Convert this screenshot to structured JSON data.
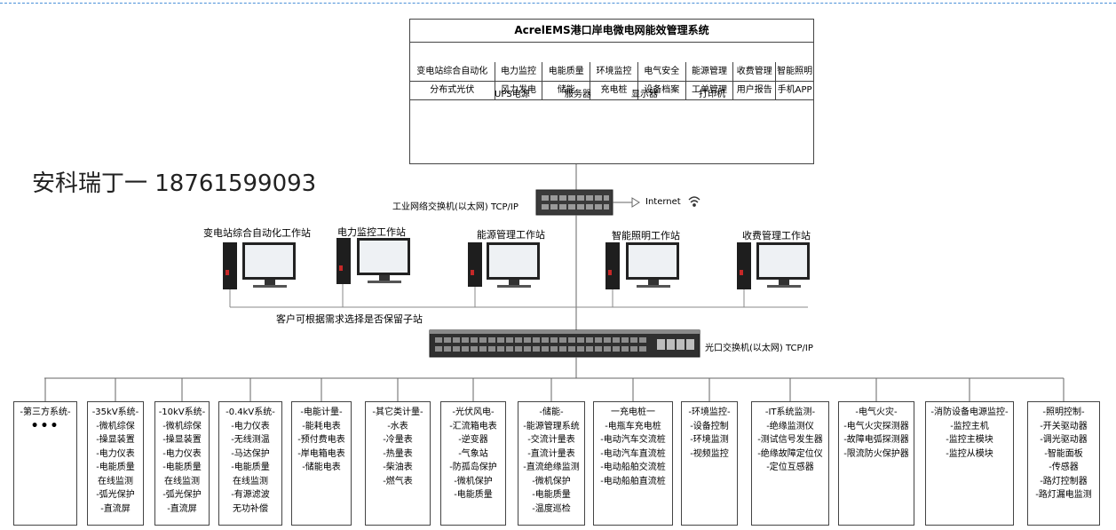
{
  "system": {
    "title": "AcrelEMS港口岸电微电网能效管理系统",
    "row1": [
      "变电站综合自动化",
      "电力监控",
      "电能质量",
      "环境监控",
      "电气安全",
      "能源管理",
      "收费管理",
      "智能照明"
    ],
    "row2": [
      "分布式光伏",
      "风力发电",
      "储能",
      "充电桩",
      "设备档案",
      "工单管理",
      "用户报告",
      "手机APP"
    ]
  },
  "devices": {
    "ups": "UPS电源",
    "server": "服务器",
    "monitor": "显示器",
    "printer": "打印机"
  },
  "contact": "安科瑞丁一 18761599093",
  "network": {
    "switch1_label": "工业网络交换机(以太网) TCP/IP",
    "internet": "Internet",
    "switch2_label": "光口交换机(以太网) TCP/IP"
  },
  "workstations": [
    "变电站综合自动化工作站",
    "电力监控工作站",
    "能源管理工作站",
    "智能照明工作站",
    "收费管理工作站"
  ],
  "note": "客户可根据需求选择是否保留子站",
  "subsystems": [
    {
      "title": "-第三方系统-",
      "items": [
        "•••"
      ]
    },
    {
      "title": "-35kV系统-",
      "items": [
        "-微机综保",
        "-操显装置",
        "-电力仪表",
        "-电能质量",
        "在线监测",
        "-弧光保护",
        "-直流屏"
      ]
    },
    {
      "title": "-10kV系统-",
      "items": [
        "-微机综保",
        "-操显装置",
        "-电力仪表",
        "-电能质量",
        "在线监测",
        "-弧光保护",
        "-直流屏"
      ]
    },
    {
      "title": "-0.4kV系统-",
      "items": [
        "-电力仪表",
        "-无线测温",
        "-马达保护",
        "-电能质量",
        "在线监测",
        "-有源滤波",
        "无功补偿"
      ]
    },
    {
      "title": "-电能计量-",
      "items": [
        "-能耗电表",
        "-预付费电表",
        "-岸电箱电表",
        "-储能电表"
      ]
    },
    {
      "title": "-其它类计量-",
      "items": [
        "-水表",
        "-冷量表",
        "-热量表",
        "-柴油表",
        "-燃气表"
      ]
    },
    {
      "title": "-光伏风电-",
      "items": [
        "-汇流箱电表",
        "-逆变器",
        "-气象站",
        "-防孤岛保护",
        "-微机保护",
        "-电能质量"
      ]
    },
    {
      "title": "-储能-",
      "items": [
        "-能源管理系统",
        "-交流计量表",
        "-直流计量表",
        "-直流绝缘监测",
        "-微机保护",
        "-电能质量",
        "-温度巡检"
      ]
    },
    {
      "title": "一充电桩一",
      "items": [
        "-电瓶车充电桩",
        "-电动汽车交流桩",
        "-电动汽车直流桩",
        "-电动船舶交流桩",
        "-电动船舶直流桩"
      ]
    },
    {
      "title": "-环境监控-",
      "items": [
        "-设备控制",
        "-环境监测",
        "-视频监控"
      ]
    },
    {
      "title": "-IT系统监测-",
      "items": [
        "-绝缘监测仪",
        "-测试信号发生器",
        "-绝缘故障定位仪",
        "-定位互感器"
      ]
    },
    {
      "title": "-电气火灾-",
      "items": [
        "-电气火灾探测器",
        "-故障电弧探测器",
        "-限流防火保护器"
      ]
    },
    {
      "title": "-消防设备电源监控-",
      "items": [
        "-监控主机",
        "-监控主模块",
        "-监控从模块"
      ]
    },
    {
      "title": "-照明控制-",
      "items": [
        "-开关驱动器",
        "-调光驱动器",
        "-智能面板",
        "-传感器",
        "-路灯控制器",
        "-路灯漏电监测"
      ]
    }
  ]
}
